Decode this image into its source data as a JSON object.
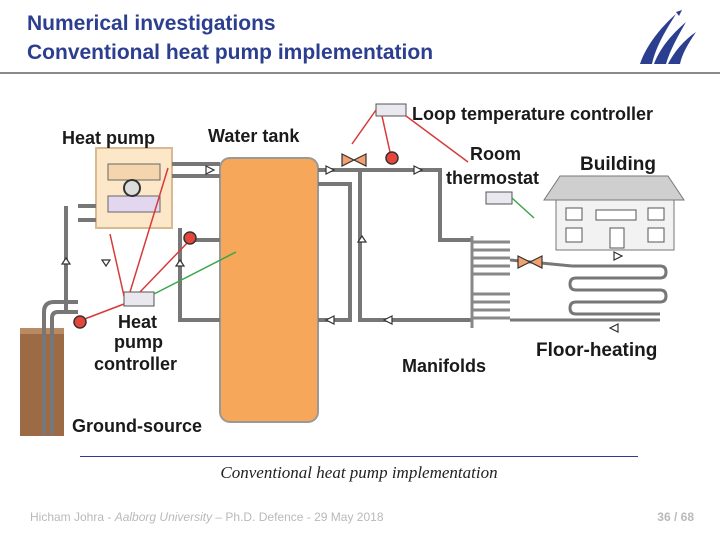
{
  "slide": {
    "title_line1": "Numerical investigations",
    "title_line2": "Conventional heat pump implementation",
    "caption": "Conventional heat pump implementation",
    "footer_author": "Hicham Johra - ",
    "footer_university": "Aalborg University",
    "footer_rest": " – Ph.D. Defence - 29 May 2018",
    "page_current": "36",
    "page_sep": " / ",
    "page_total": "68"
  },
  "diagram": {
    "labels": {
      "heat_pump": "Heat pump",
      "water_tank": "Water tank",
      "loop_controller": "Loop temperature controller",
      "room_thermostat_1": "Room",
      "room_thermostat_2": "thermostat",
      "building": "Building",
      "hp_controller_1": "Heat",
      "hp_controller_2": "pump",
      "hp_controller_3": "controller",
      "manifolds": "Manifolds",
      "floor_heating": "Floor-heating",
      "ground_source": "Ground-source"
    },
    "colors": {
      "pipe": "#777777",
      "tank": "#f7a75a",
      "heat_pump_box": "#fde7c9",
      "control_line_red": "#d83a3a",
      "control_line_green": "#3aa64a",
      "ground": "#9c6a45",
      "title": "#2b3e8f"
    }
  }
}
